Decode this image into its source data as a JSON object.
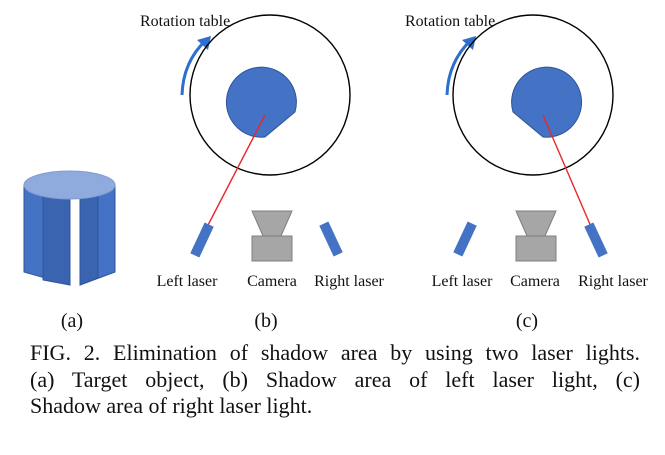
{
  "figure": {
    "labels": {
      "rotation_table": "Rotation table",
      "left_laser": "Left laser",
      "camera": "Camera",
      "right_laser": "Right laser"
    },
    "sublabels": {
      "a": "(a)",
      "b": "(b)",
      "c": "(c)"
    }
  },
  "caption": {
    "line1": "FIG. 2. Elimination of shadow area by using two laser lights.",
    "line2": "(a) Target object, (b) Shadow area of left laser light, (c)",
    "line3": "Shadow area of right laser light."
  },
  "colors": {
    "object_blue": "#4472c4",
    "object_top": "#8faadc",
    "laser_line": "#e8282b",
    "camera_gray": "#a6a6a6",
    "arrow_blue": "#2e6fce"
  }
}
